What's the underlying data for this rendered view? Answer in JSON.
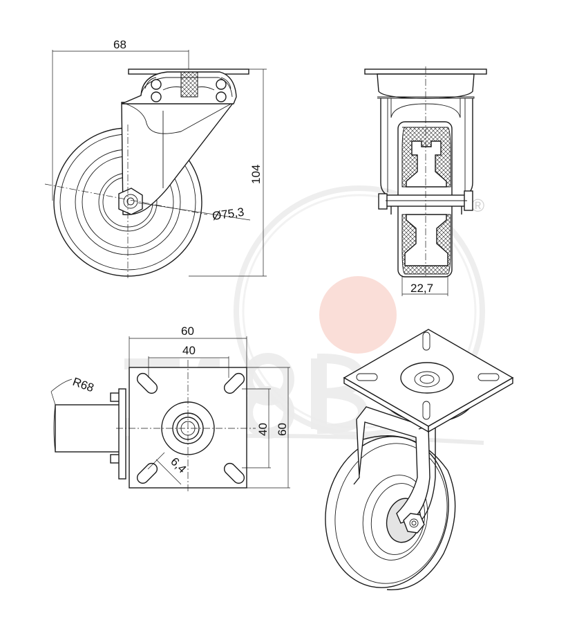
{
  "dimensions": {
    "side_width": "68",
    "side_height": "104",
    "wheel_diameter": "Ø75,3",
    "tread_width": "22,7",
    "plate_width": "60",
    "bolt_spacing_x": "40",
    "bolt_spacing_y": "40",
    "plate_height": "60",
    "swivel_radius": "R68",
    "slot_size": "6,4"
  },
  "watermark": {
    "registered_mark": "®"
  },
  "colors": {
    "line": "#1a1a1a",
    "watermark_red": "#f6c9c0",
    "watermark_gray": "#e6e6e6"
  }
}
